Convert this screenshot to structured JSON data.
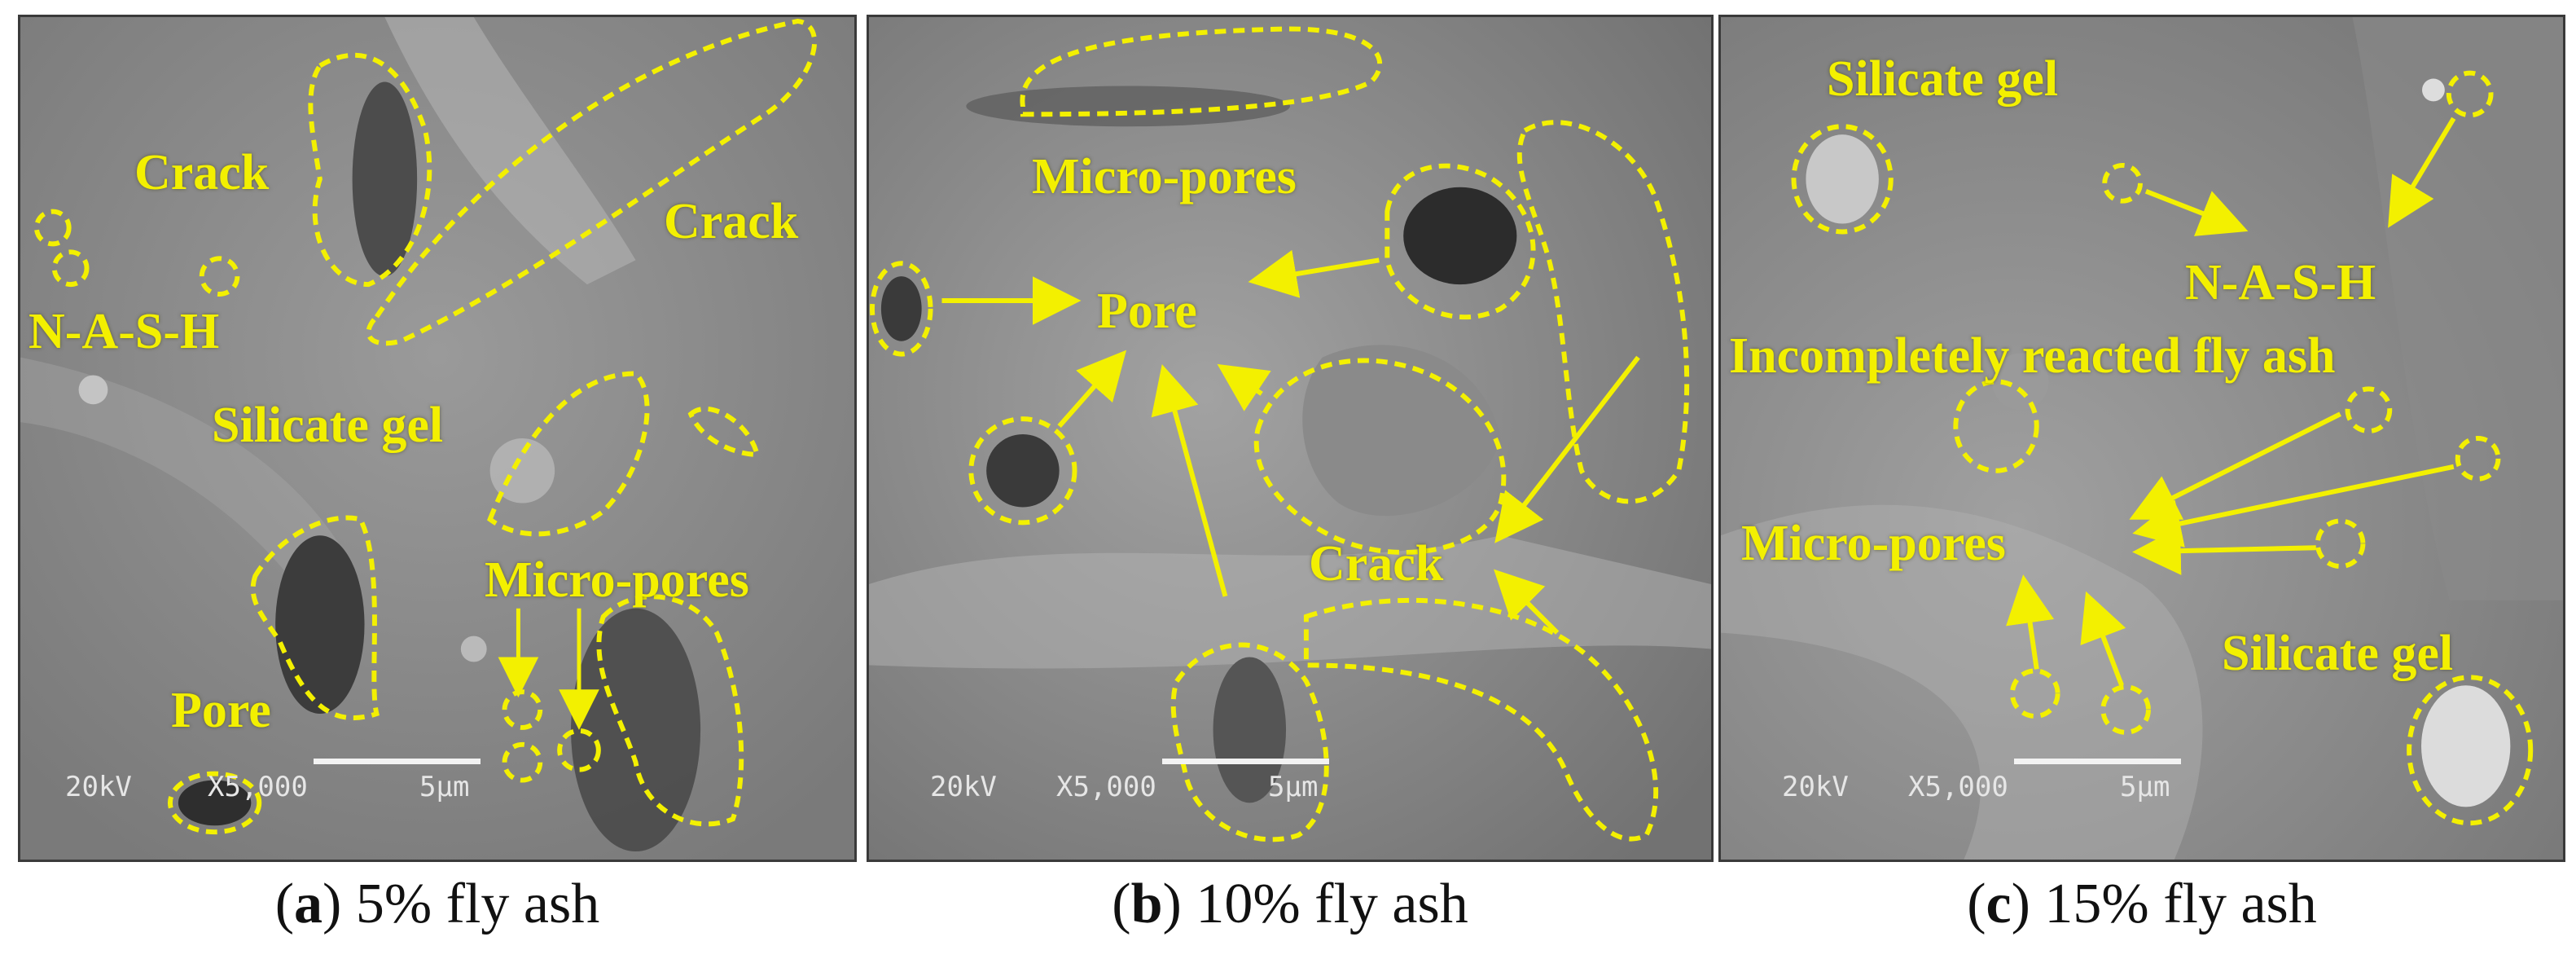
{
  "colors": {
    "annotation": "#f3f000",
    "sem_background": "#8c8c8c",
    "caption_text": "#111111"
  },
  "panels": [
    {
      "letter": "a",
      "caption_rest": " 5% fly ash",
      "labels": {
        "crack1": "Crack",
        "crack2": "Crack",
        "nash": "N-A-S-H",
        "silicate": "Silicate gel",
        "micropores": "Micro-pores",
        "pore": "Pore"
      },
      "sem": {
        "kv": "20kV",
        "mag": "X5,000",
        "scale": "5μm"
      }
    },
    {
      "letter": "b",
      "caption_rest": " 10% fly ash",
      "labels": {
        "micropores": "Micro-pores",
        "pore": "Pore",
        "crack": "Crack"
      },
      "sem": {
        "kv": "20kV",
        "mag": "X5,000",
        "scale": "5μm"
      }
    },
    {
      "letter": "c",
      "caption_rest": " 15% fly ash",
      "labels": {
        "silicate1": "Silicate gel",
        "nash": "N-A-S-H",
        "incomplete": "Incompletely reacted fly ash",
        "micropores": "Micro-pores",
        "silicate2": "Silicate gel"
      },
      "sem": {
        "kv": "20kV",
        "mag": "X5,000",
        "scale": "5μm"
      }
    }
  ]
}
